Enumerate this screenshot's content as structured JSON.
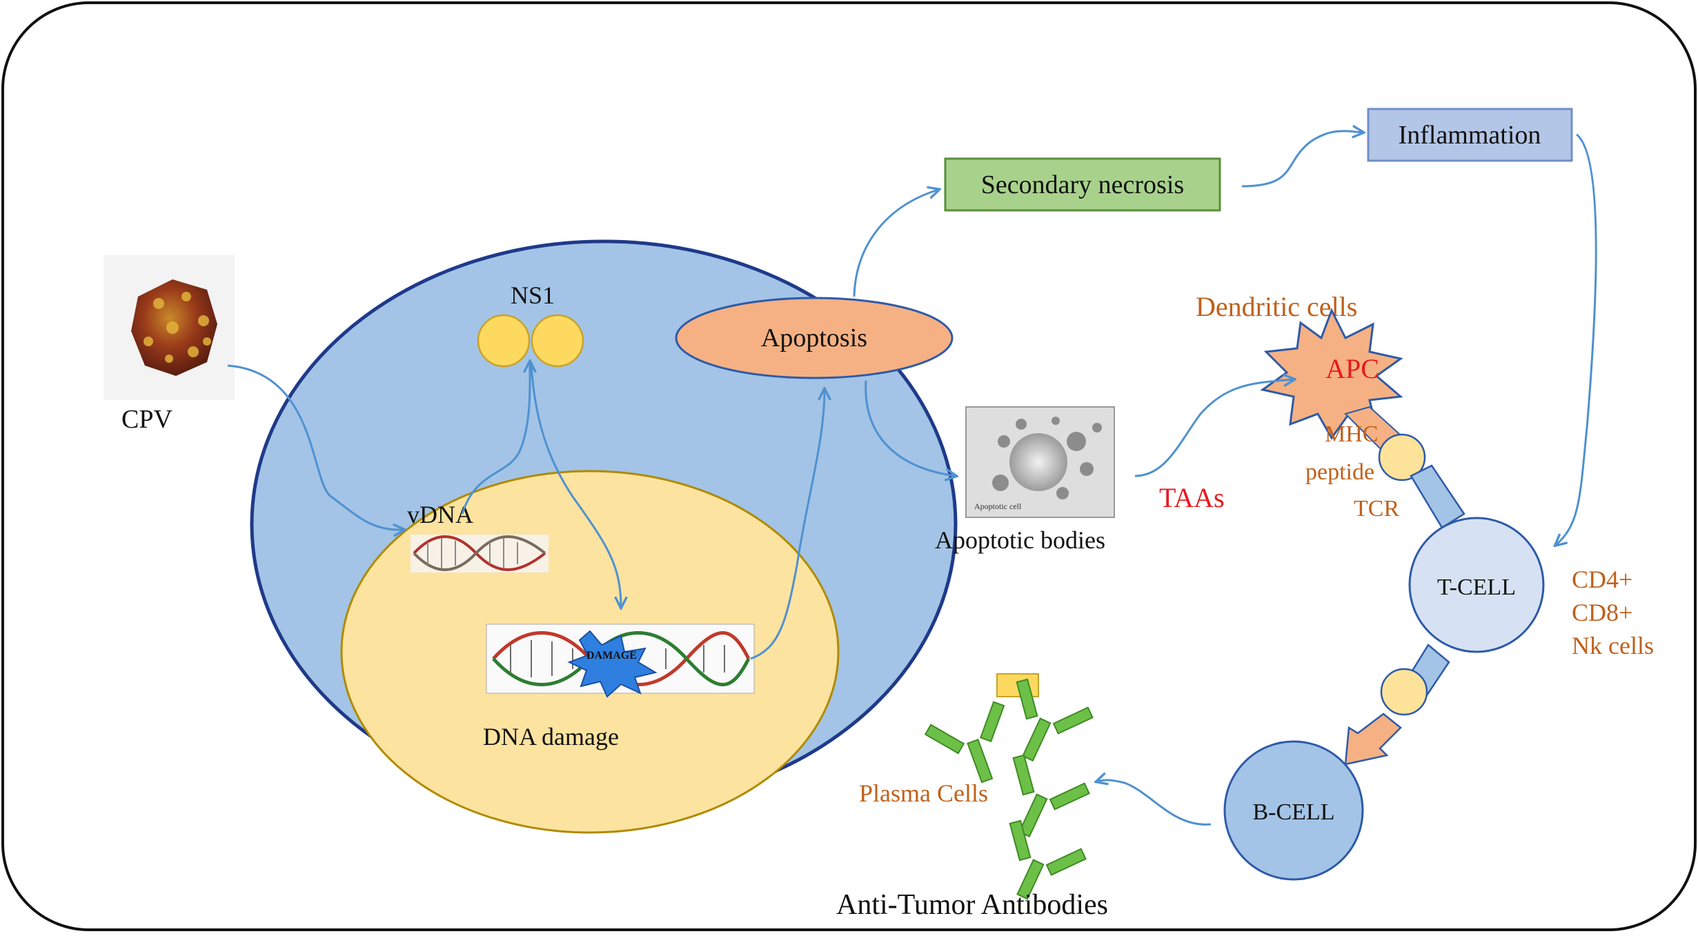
{
  "colors": {
    "cell": "#a3c4e6",
    "nucleus": "#fde3a0",
    "arrow": "#4f91d0",
    "apoptosis": "#f5b183",
    "necrosis": "#a8d28c",
    "inflammation": "#b4c6e7",
    "ns1": "#fdd960",
    "lymphocyte": "#d6e2f3",
    "antibody": "#6cc047",
    "orange_text": "#c0601a",
    "red_text": "#e8191f"
  },
  "labels": {
    "cpv": "CPV",
    "ns1": "NS1",
    "vdna": "vDNA",
    "dna_damage": "DNA damage",
    "damage_tag": "DAMAGE",
    "apoptosis": "Apoptosis",
    "secondary_necrosis": "Secondary necrosis",
    "inflammation": "Inflammation",
    "apoptotic_bodies": "Apoptotic bodies",
    "apoptotic_cell_caption": "Apoptotic cell",
    "taas": "TAAs",
    "dendritic_cells": "Dendritic cells",
    "apc": "APC",
    "mhc": "MHC",
    "peptide": "peptide",
    "tcr": "TCR",
    "t_cell": "T-CELL",
    "b_cell": "B-CELL",
    "cd4": "CD4+",
    "cd8": "CD8+",
    "nk_cells": "Nk cells",
    "plasma_cells": "Plasma Cells",
    "anti_tumor_antibodies": "Anti-Tumor Antibodies"
  },
  "icons": [
    "virus-icon",
    "dna-helix-icon",
    "dna-damage-icon",
    "apoptotic-cell-icon",
    "apc-star-icon",
    "antibody-icon",
    "flag-icon"
  ]
}
